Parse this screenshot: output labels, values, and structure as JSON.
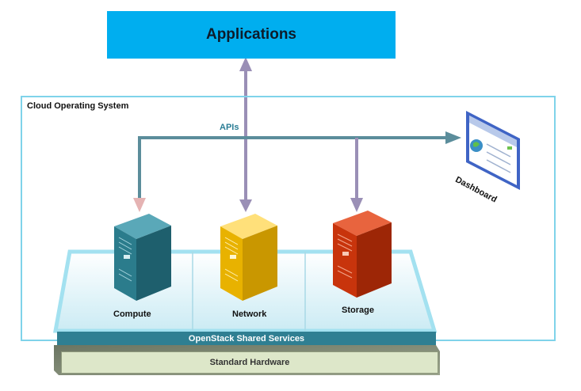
{
  "applications": {
    "label": "Applications"
  },
  "cloud": {
    "label": "Cloud Operating System"
  },
  "apis": {
    "label": "APIs"
  },
  "nodes": [
    {
      "label": "Compute",
      "color": "#2b7c8c"
    },
    {
      "label": "Network",
      "color": "#e8b200"
    },
    {
      "label": "Storage",
      "color": "#c8340c"
    }
  ],
  "dashboard": {
    "label": "Dashboard"
  },
  "shared_services": {
    "label": "OpenStack Shared Services"
  },
  "hardware": {
    "label": "Standard Hardware"
  }
}
